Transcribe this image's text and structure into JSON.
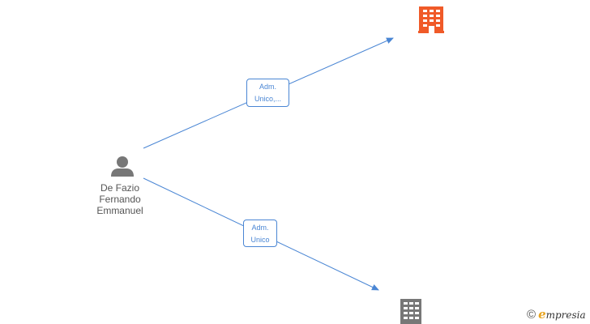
{
  "person": {
    "name_lines": [
      "De Fazio",
      "Fernando",
      "Emmanuel"
    ],
    "icon": "person-icon",
    "color": "#777777"
  },
  "companies": [
    {
      "icon": "building-icon",
      "color": "#f05a28"
    },
    {
      "icon": "building-icon",
      "color": "#777777"
    }
  ],
  "edges": [
    {
      "label_lines": [
        "Adm.",
        "Unico,..."
      ]
    },
    {
      "label_lines": [
        "Adm.",
        "Unico"
      ]
    }
  ],
  "edge_color": "#4a86d4",
  "brand": {
    "copyright_symbol": "©",
    "first_letter": "e",
    "rest": "mpresia"
  }
}
